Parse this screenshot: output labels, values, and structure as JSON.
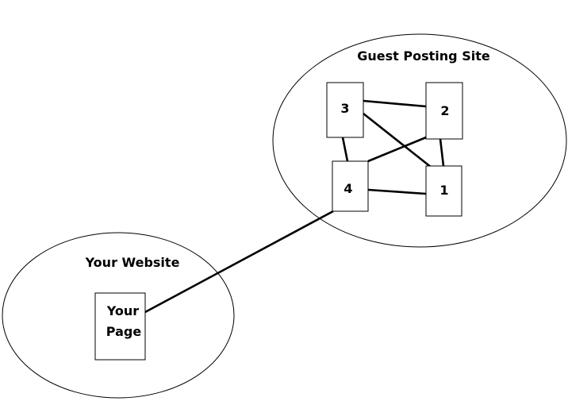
{
  "groups": {
    "guest_site": {
      "label": "Guest Posting Site"
    },
    "your_website": {
      "label": "Your Website"
    }
  },
  "pages": {
    "page1": {
      "label": "1"
    },
    "page2": {
      "label": "2"
    },
    "page3": {
      "label": "3"
    },
    "page4": {
      "label": "4"
    },
    "your_page": {
      "label_line1": "Your",
      "label_line2": "Page"
    }
  }
}
